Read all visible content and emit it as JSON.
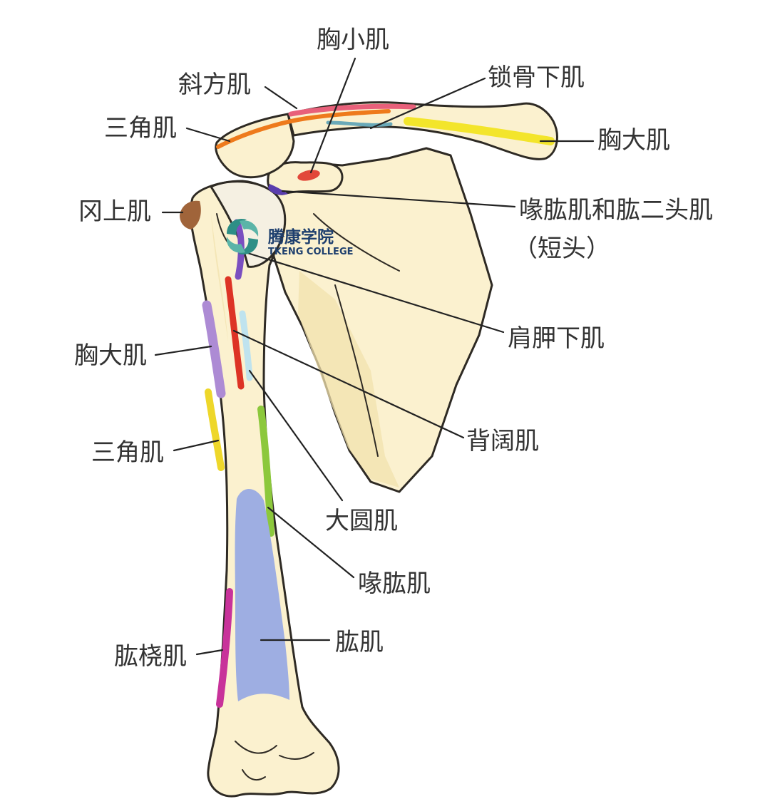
{
  "labels": {
    "pectoralis_minor": "胸小肌",
    "trapezius": "斜方肌",
    "subclavius": "锁骨下肌",
    "deltoid_clavicle": "三角肌",
    "pectoralis_major_clavicle": "胸大肌",
    "supraspinatus": "冈上肌",
    "coracobrachialis_biceps": "喙肱肌和肱二头肌",
    "short_head": "（短头）",
    "subscapularis": "肩胛下肌",
    "pectoralis_major_humerus": "胸大肌",
    "latissimus_dorsi": "背阔肌",
    "deltoid_humerus": "三角肌",
    "teres_major": "大圆肌",
    "coracobrachialis": "喙肱肌",
    "brachialis": "肱肌",
    "brachioradialis": "肱桡肌"
  },
  "logo": {
    "name_cn": "腾康学院",
    "name_en": "TKENG COLLEGE"
  },
  "colors": {
    "bone_fill": "#fbf1cf",
    "outline": "#2e2a24",
    "trapezius": "#e8607a",
    "deltoid": "#ee7a1c",
    "subclavius": "#6aa9b8",
    "pectoralis_major_clavicle": "#f3e52b",
    "pectoralis_minor": "#e2483a",
    "supraspinatus": "#a0643a",
    "coracobrachialis_biceps": "#5a3dae",
    "subscapularis": "#7a4fc0",
    "latissimus_dorsi": "#dd3325",
    "teres_major": "#bfe3ee",
    "pectoralis_major_humerus": "#ad8bd4",
    "deltoid_humerus": "#eed72a",
    "coracobrachialis_humerus": "#8cc83c",
    "brachialis": "#9eaee2",
    "brachioradialis": "#c8329a"
  }
}
